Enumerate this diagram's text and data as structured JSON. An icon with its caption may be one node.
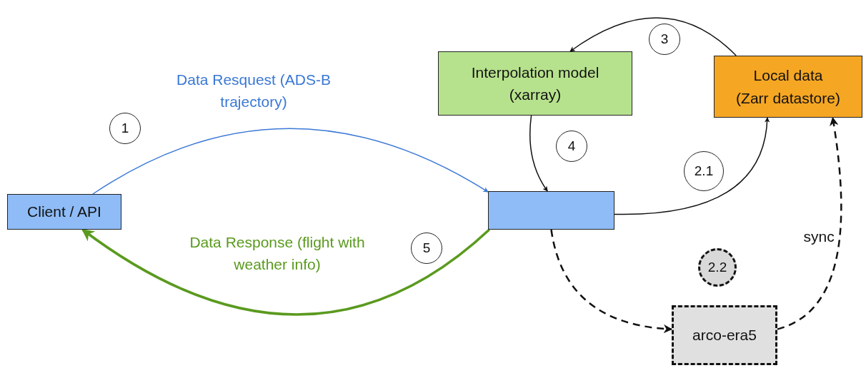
{
  "diagram": {
    "nodes": [
      {
        "text": [
          "3"
        ]
      },
      {
        "text": [
          "Interpolation model",
          "(xarray)"
        ]
      },
      {
        "text": [
          "Local data",
          "(Zarr datastore)"
        ]
      },
      {
        "text": [
          "1"
        ]
      },
      {
        "text": [
          "4"
        ]
      },
      {
        "text": [
          "2.1"
        ]
      },
      {
        "text": [
          "Client / API"
        ]
      },
      {
        "text": [],
        "shape": "box"
      },
      {
        "text": [
          "5"
        ]
      },
      {
        "text": [
          "2.2"
        ]
      },
      {
        "text": [
          "arco-era5"
        ]
      }
    ],
    "edges": [
      {
        "from": 6,
        "to": 7,
        "arrow": "to",
        "label": "Data Resquest (ADS-B trajectory)",
        "color": "#3a78d6"
      },
      {
        "from": 7,
        "to": 6,
        "arrow": "to",
        "label": "Data Response (flight with weather info)",
        "color": "#5a9a1e",
        "style": "thick"
      },
      {
        "from": 2,
        "to": 1,
        "arrow": "to"
      },
      {
        "from": 1,
        "to": 7,
        "arrow": "to"
      },
      {
        "from": 7,
        "to": 2,
        "arrow": "to"
      },
      {
        "from": 7,
        "to": 10,
        "arrow": "to",
        "style": "dashed"
      },
      {
        "from": 10,
        "to": 2,
        "arrow": "to",
        "style": "dashed",
        "label": "sync"
      }
    ]
  }
}
